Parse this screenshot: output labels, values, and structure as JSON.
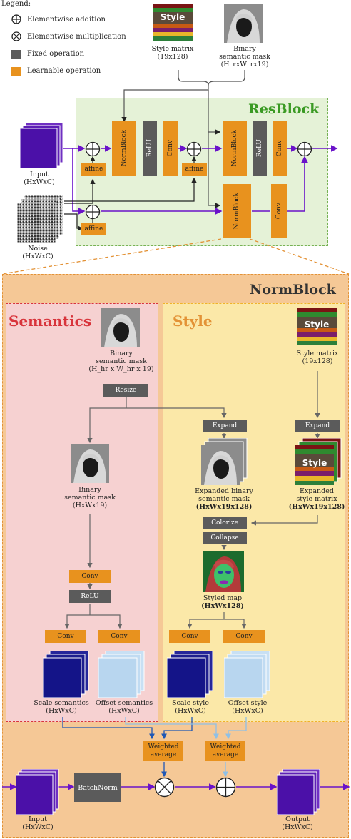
{
  "legend": {
    "title": "Legend:",
    "items": [
      "Elementwise addition",
      "Elementwise multiplication",
      "Fixed operation",
      "Learnable operation"
    ]
  },
  "top": {
    "style_swatch": "Style",
    "style_matrix_caption": [
      "Style matrix",
      "(19x128)"
    ],
    "mask_caption": [
      "Binary",
      "semantic mask",
      "(H_rxW_rx19)"
    ]
  },
  "resblock": {
    "title": "ResBlock",
    "normblock_label": "NormBlock",
    "relu_label": "ReLU",
    "conv_label": "Conv",
    "affine_label": "affine",
    "input_caption": [
      "Input",
      "(HxWxC)"
    ],
    "noise_caption": [
      "Noise",
      "(HxWxC)"
    ]
  },
  "normblock": {
    "title": "NormBlock",
    "semantics_title": "Semantics",
    "style_title": "Style",
    "sem_mask_caption": [
      "Binary",
      "semantic mask",
      "(H_hr x W_hr x 19)"
    ],
    "resize_label": "Resize",
    "sem_mask2_caption": [
      "Binary",
      "semantic mask",
      "(HxWx19)"
    ],
    "conv_label": "Conv",
    "relu_label": "ReLU",
    "scale_sem_caption": [
      "Scale semantics",
      "(HxWxC)"
    ],
    "offset_sem_caption": [
      "Offset semantics",
      "(HxWxC)"
    ],
    "style_swatch": "Style",
    "style_matrix_caption": [
      "Style matrix",
      "(19x128)"
    ],
    "expand_label": "Expand",
    "expanded_mask_caption": [
      "Expanded binary",
      "semantic mask",
      "(HxWx19x128)"
    ],
    "expanded_style_caption": [
      "Expanded",
      "style matrix",
      "(HxWx19x128)"
    ],
    "colorize_label": "Colorize",
    "collapse_label": "Collapse",
    "styled_map_caption": [
      "Styled map",
      "(HxWx128)"
    ],
    "scale_style_caption": [
      "Scale style",
      "(HxWxC)"
    ],
    "offset_style_caption": [
      "Offset style",
      "(HxWxC)"
    ],
    "weighted_avg_label": [
      "Weighted",
      "average"
    ],
    "batchnorm_label": "BatchNorm",
    "input_caption": [
      "Input",
      "(HxWxC)"
    ],
    "output_caption": [
      "Output",
      "(HxWxC)"
    ]
  },
  "colors": {
    "orange": "#e8921e",
    "grey": "#5b5b5b",
    "resblock_bg": "#e5f2d7",
    "resblock_border": "#77b255",
    "normblock_bg": "#f5c896",
    "normblock_border": "#e39236",
    "semantics_bg": "#f6d1d1",
    "semantics_border": "#d8343b",
    "style_bg": "#fbe8a8",
    "style_border": "#f0b229",
    "purple": "#6a12c9",
    "blue_arrow": "#1f57b5",
    "light_blue_arrow": "#8fc0e6"
  }
}
